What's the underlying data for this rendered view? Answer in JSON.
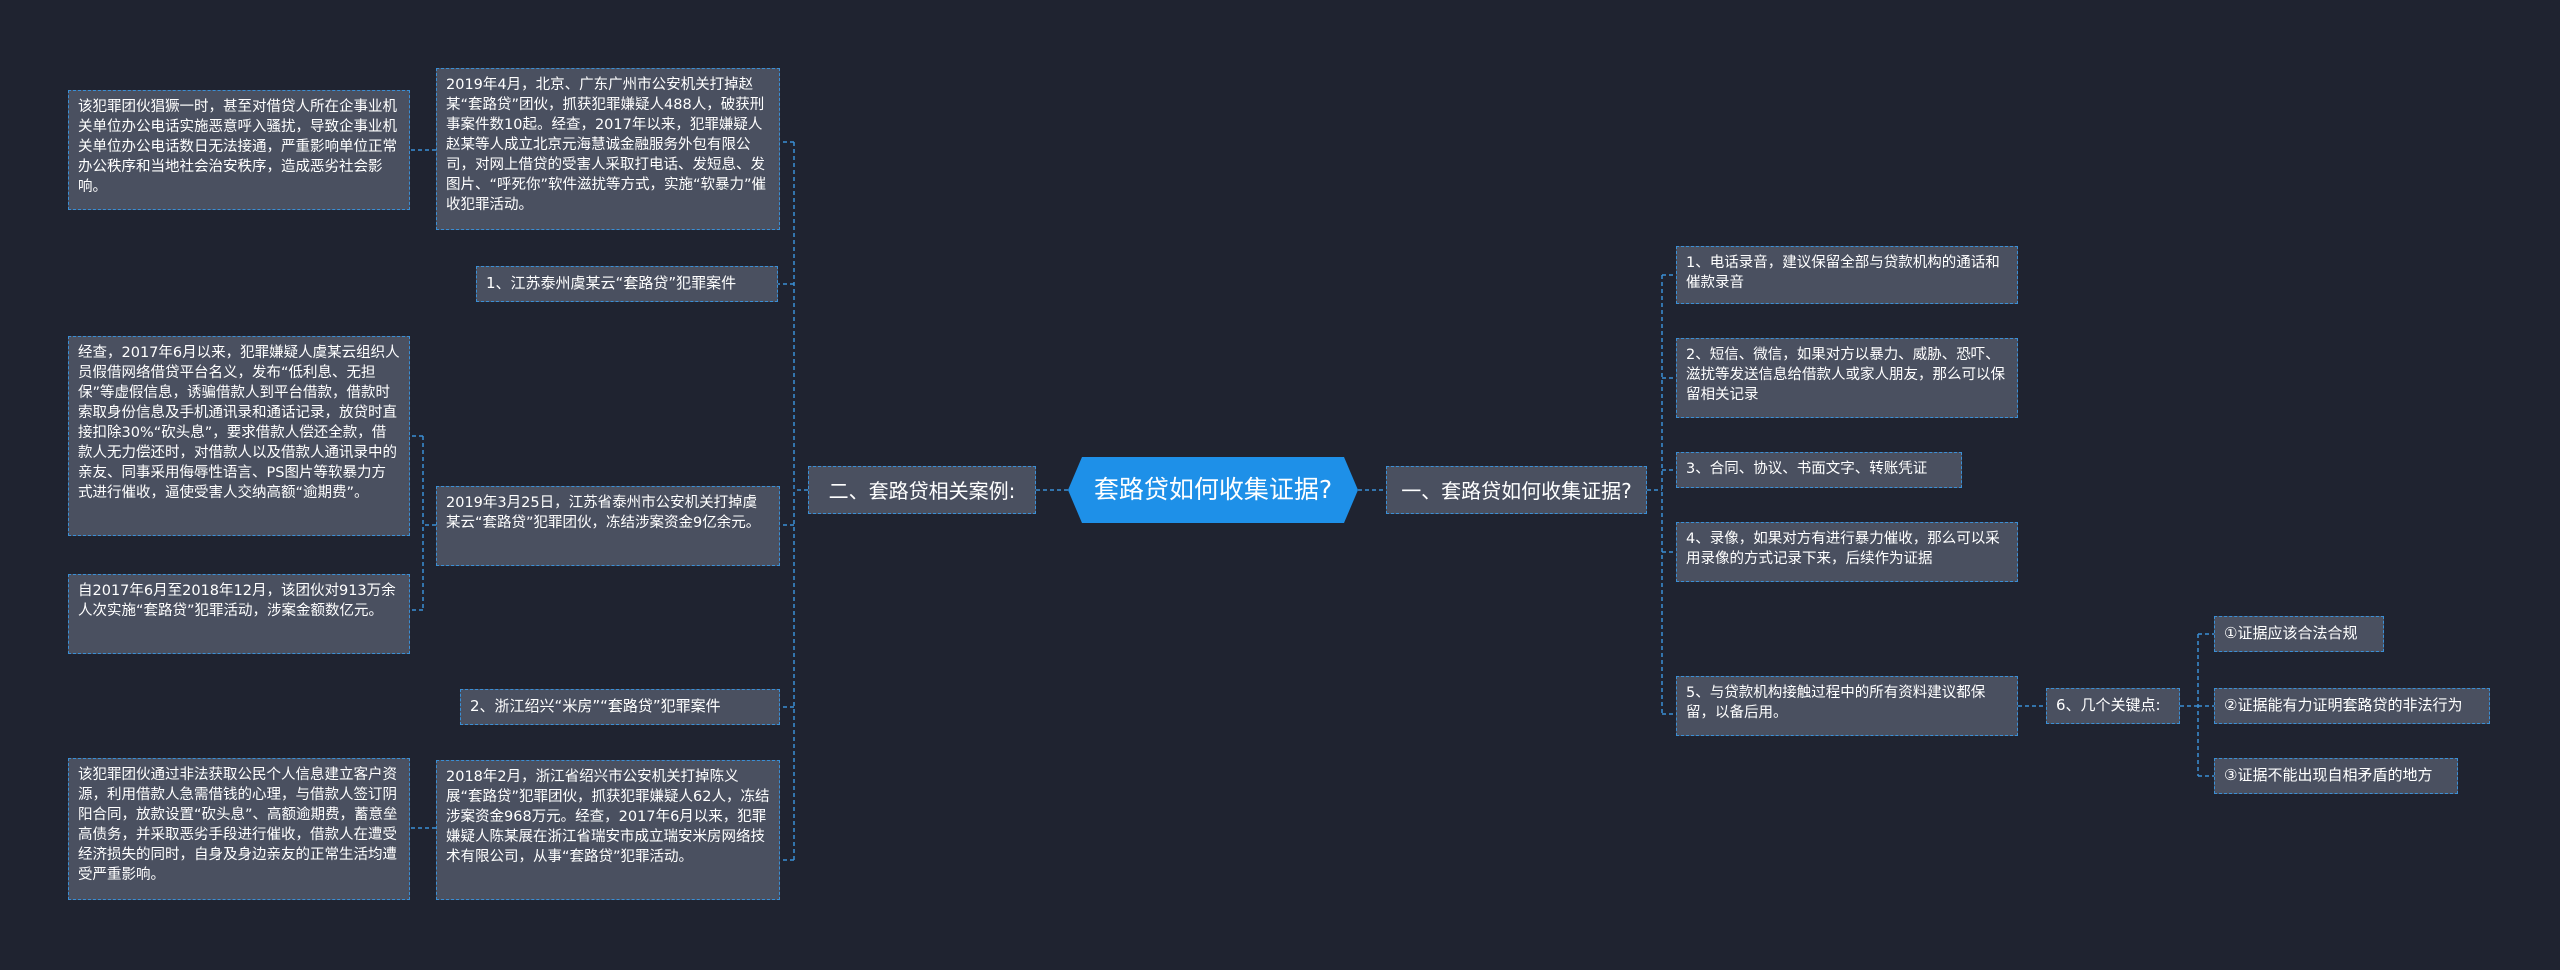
{
  "root": "套路贷如何收集证据?",
  "left_branch": "二、套路贷相关案例:",
  "right_branch": "一、套路贷如何收集证据?",
  "case1": {
    "label": "1、江苏泰州虞某云“套路贷”犯罪案件",
    "summary": "2019年3月25日，江苏省泰州市公安机关打掉虞某云“套路贷”犯罪团伙，冻结涉案资金9亿余元。",
    "detail1": "经查，2017年6月以来，犯罪嫌疑人虞某云组织人员假借网络借贷平台名义，发布“低利息、无担保”等虚假信息，诱骗借款人到平台借款，借款时索取身份信息及手机通讯录和通话记录，放贷时直接扣除30%“砍头息”，要求借款人偿还全款，借款人无力偿还时，对借款人以及借款人通讯录中的亲友、同事采用侮辱性语言、PS图片等软暴力方式进行催收，逼使受害人交纳高额“逾期费”。",
    "detail2": "自2017年6月至2018年12月，该团伙对913万余人次实施“套路贷”犯罪活动，涉案金额数亿元。"
  },
  "case2": {
    "label": "2、浙江绍兴“米房”“套路贷”犯罪案件",
    "summary": "2018年2月，浙江省绍兴市公安机关打掉陈义展“套路贷”犯罪团伙，抓获犯罪嫌疑人62人，冻结涉案资金968万元。经查，2017年6月以来，犯罪嫌疑人陈某展在浙江省瑞安市成立瑞安米房网络技术有限公司，从事“套路贷”犯罪活动。",
    "detail": "该犯罪团伙通过非法获取公民个人信息建立客户资源，利用借款人急需借钱的心理，与借款人签订阴阳合同，放款设置“砍头息”、高额逾期费，蓄意垒高债务，并采取恶劣手段进行催收，借款人在遭受经济损失的同时，自身及身边亲友的正常生活均遭受严重影响。"
  },
  "case0": {
    "summary": "2019年4月，北京、广东广州市公安机关打掉赵某“套路贷”团伙，抓获犯罪嫌疑人488人，破获刑事案件数10起。经查，2017年以来，犯罪嫌疑人赵某等人成立北京元海慧诚金融服务外包有限公司，对网上借贷的受害人采取打电话、发短息、发图片、“呼死你”软件滋扰等方式，实施“软暴力”催收犯罪活动。",
    "detail": "该犯罪团伙猖獗一时，甚至对借贷人所在企事业机关单位办公电话实施恶意呼入骚扰，导致企事业机关单位办公电话数日无法接通，严重影响单位正常办公秩序和当地社会治安秩序，造成恶劣社会影响。"
  },
  "evidence": [
    "1、电话录音，建议保留全部与贷款机构的通话和催款录音",
    "2、短信、微信，如果对方以暴力、威胁、恐吓、滋扰等发送信息给借款人或家人朋友，那么可以保留相关记录",
    "3、合同、协议、书面文字、转账凭证",
    "4、录像，如果对方有进行暴力催收，那么可以采用录像的方式记录下来，后续作为证据",
    "5、与贷款机构接触过程中的所有资料建议都保留，以备后用。"
  ],
  "key_points_label": "6、几个关键点:",
  "key_points": [
    "①证据应该合法合规",
    "②证据能有力证明套路贷的非法行为",
    "③证据不能出现自相矛盾的地方"
  ]
}
